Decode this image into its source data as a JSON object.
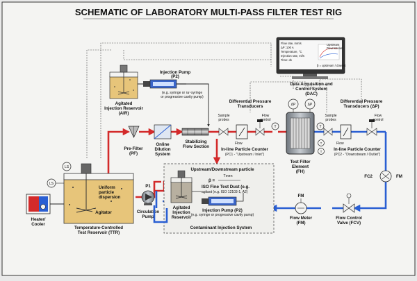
{
  "title": "SCHEMATIC OF LABORATORY MULTI-PASS FILTER TEST RIG",
  "colors": {
    "upstream": "#d32a2a",
    "downstream": "#2a5fd3",
    "fluid": "#e7c57a",
    "fluid_gray": "#b8b0a0",
    "metal": "#8e959c",
    "background": "#e9e9e9"
  },
  "labels": {
    "air": [
      "Agitated",
      "Injection Reservoir",
      "(AIR)"
    ],
    "injection_pump_top": [
      "Injection Pump",
      "(P2)"
    ],
    "injection_pump_top_note": [
      "(e.g. syringe or ra~syringe",
      "or progressive cavity pump)"
    ],
    "dac": [
      "Data Acquisition and",
      "Control System",
      "(DAC)"
    ],
    "monitor_lines": [
      "Flow rate, mm/s",
      "ΔP: 100 A",
      "Temperature, °C",
      "Injection rate, ml/s",
      "Time: ds"
    ],
    "monitor_legend": [
      "Upstream",
      "Downstream"
    ],
    "monitor_beta": "β = upstream / downst",
    "dpt_left": [
      "Differential Pressure",
      "Transducers"
    ],
    "dpt_right": [
      "Differential Pressure",
      "Transducers (ΔP)"
    ],
    "sample_probes_left": [
      "Sample",
      "probes"
    ],
    "sample_probes_right": [
      "Sample",
      "probes"
    ],
    "flow_control_left": [
      "Flow",
      "control"
    ],
    "flow_control_right": [
      "Flow",
      "control"
    ],
    "flow_tag_left": "Flow",
    "flow_tag_right": "Flow",
    "pc1": [
      "In-line Particle Counter",
      "(PC1 - \"Upstream / Inlet\")"
    ],
    "pc2": [
      "In-line Particle Counter",
      "(PC2 - \"Downstream / Outlet\")"
    ],
    "test_filter": [
      "Test Filter",
      "Element",
      "(FH)"
    ],
    "prefilter": [
      "Pre-Filter",
      "(PF)"
    ],
    "online_dilution": [
      "Online",
      "Dilution",
      "System"
    ],
    "stabilizing": [
      "Stabilizing",
      "Flow Section"
    ],
    "ttr": "Temperature-Controlled",
    "ttr2": "Test Reservoir (TTR)",
    "agitator": "Agitator",
    "uniform": [
      "Uniform",
      "particle",
      "dispersion"
    ],
    "heater": [
      "Heater/",
      "Cooler"
    ],
    "circ_pump": [
      "Circulation",
      "Pump"
    ],
    "p1": "P1",
    "updown_title": "Upstream/Downstream particle",
    "beta_eq_symbol": "β =",
    "beta_eq_num": "Tınιτn",
    "iso_dust": "ISO Fine Test Dust (e.g.",
    "iso_dust2": "agitaot (e.g. ISO 12103-1, A2)",
    "agit_res": [
      "Agitated",
      "Injection",
      "Reservoir"
    ],
    "inj_pump_bottom": "Injection Pump (P2)",
    "inj_pump_bottom_note": "(e.g. syringe or progressive cavity pump)",
    "contaminant": "Contaminant Injection System",
    "flow_meter": [
      "Flow Meter",
      "(FM)"
    ],
    "fcv": [
      "Flow Control",
      "Valve (FCV)"
    ],
    "fm": "FM",
    "fm2": "FM",
    "fc2": "FC2",
    "ls": "LS",
    "dp": "ΔP",
    "t": "T"
  }
}
